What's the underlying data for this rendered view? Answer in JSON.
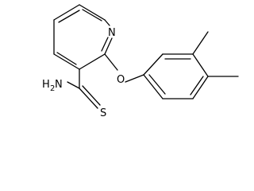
{
  "molecule": {
    "labels": {
      "ring_nitrogen": "N",
      "ether_oxygen": "O",
      "amide_nitrogen": "H",
      "amide_nitrogen_count": "2",
      "amide_nitrogen_atom": "N",
      "thione_sulfur": "S"
    },
    "colors": {
      "bond": "#000000",
      "label": "#000000",
      "background": "#ffffff"
    }
  }
}
